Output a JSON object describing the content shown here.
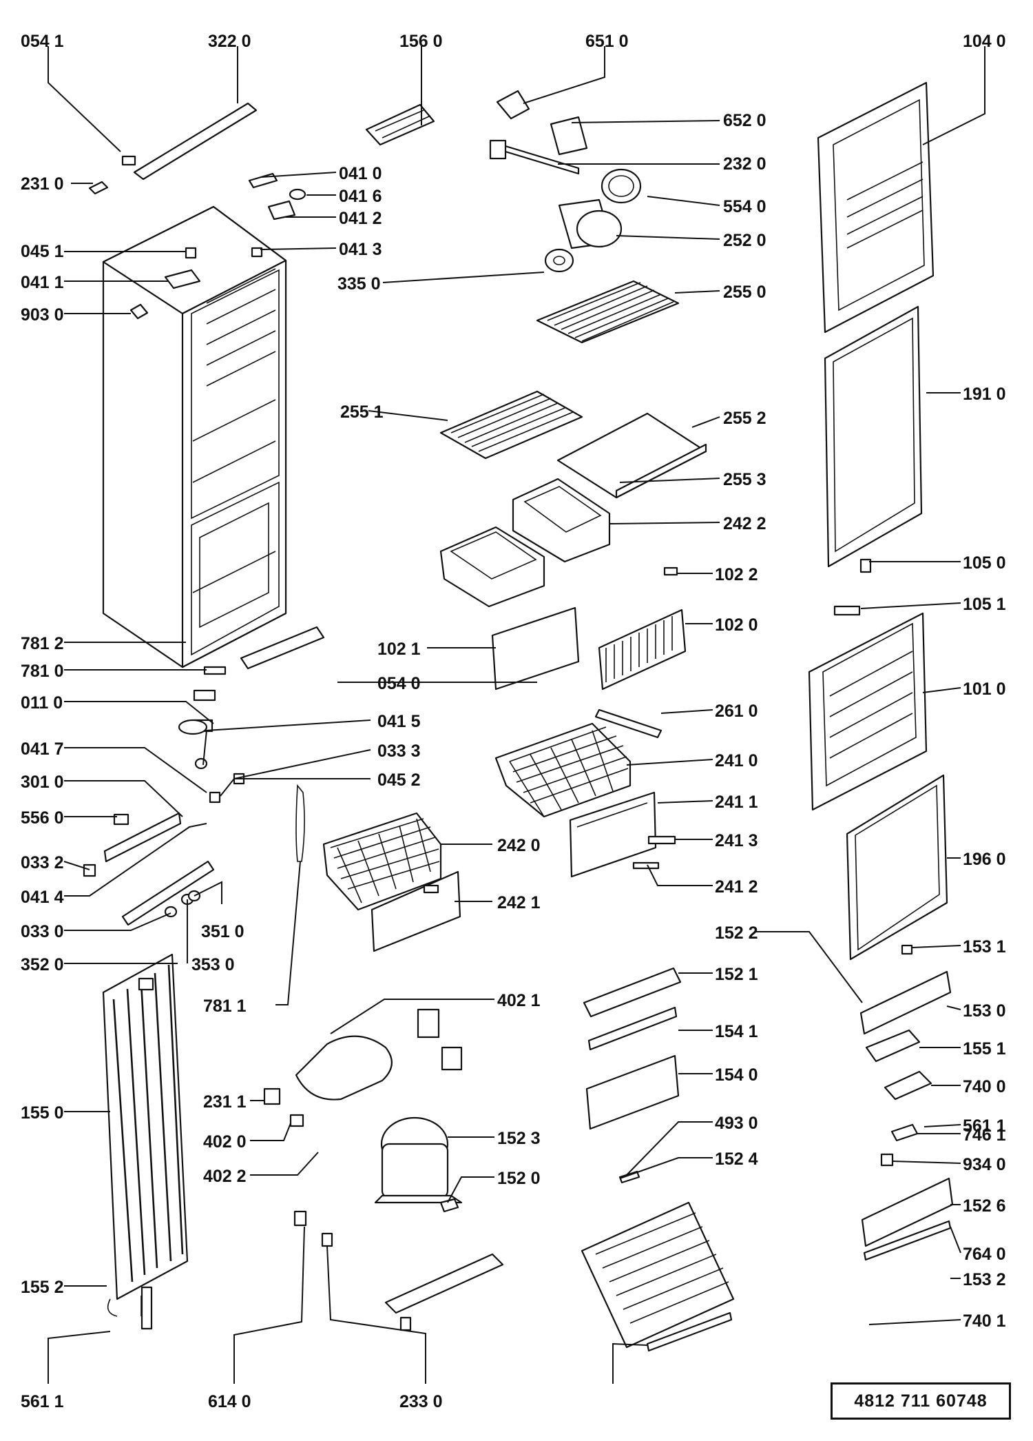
{
  "diagram": {
    "labels": [
      "054 1",
      "322 0",
      "156 0",
      "651 0",
      "104 0",
      "652 0",
      "231 0",
      "041 0",
      "232 0",
      "041 6",
      "041 2",
      "554 0",
      "045 1",
      "041 3",
      "252 0",
      "041 1",
      "335 0",
      "255 0",
      "903 0",
      "191 0",
      "255 1",
      "255 2",
      "255 3",
      "242 2",
      "105 0",
      "102 2",
      "105 1",
      "102 1",
      "102 0",
      "781 2",
      "781 0",
      "054 0",
      "101 0",
      "011 0",
      "261 0",
      "041 5",
      "041 7",
      "033 3",
      "241 0",
      "301 0",
      "045 2",
      "241 1",
      "556 0",
      "242 0",
      "241 3",
      "196 0",
      "033 2",
      "242 1",
      "041 4",
      "241 2",
      "033 0",
      "351 0",
      "152 2",
      "153 1",
      "352 0",
      "353 0",
      "152 1",
      "402 1",
      "153 0",
      "781 1",
      "154 1",
      "155 1",
      "154 0",
      "740 0",
      "155 0",
      "561 1",
      "231 1",
      "493 0",
      "402 0",
      "152 3",
      "746 1",
      "152 4",
      "934 0",
      "402 2",
      "152 0",
      "152 6",
      "764 0",
      "155 2",
      "153 2",
      "740 1",
      "561 1",
      "614 0",
      "233 0"
    ],
    "doc_code": "4812   711   60748"
  }
}
